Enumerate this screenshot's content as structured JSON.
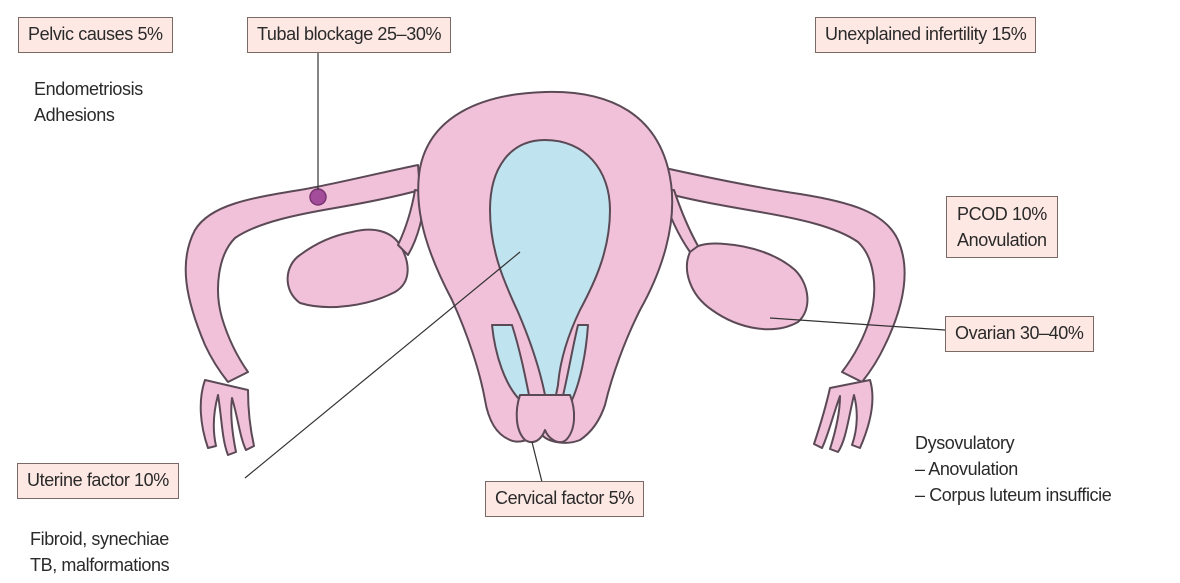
{
  "labels": {
    "pelvic": "Pelvic causes 5%",
    "tubal": "Tubal blockage 25–30%",
    "unexplained": "Unexplained infertility 15%",
    "pcod_line1": "PCOD 10%",
    "pcod_line2": "Anovulation",
    "ovarian": "Ovarian 30–40%",
    "uterine": "Uterine factor 10%",
    "cervical": "Cervical factor 5%"
  },
  "notes": {
    "pelvic": [
      "Endometriosis",
      "Adhesions"
    ],
    "uterine": [
      "Fibroid, synechiae",
      "TB, malformations"
    ],
    "dysovulatory": [
      "Dysovulatory",
      "– Anovulation",
      "– Corpus luteum insufficie"
    ]
  },
  "colors": {
    "tissue": "#f1c1d9",
    "outline": "#5b4a56",
    "cavity": "#bfe3ef",
    "box_fill": "#fde8e3",
    "lesion": "#a34c9a"
  }
}
